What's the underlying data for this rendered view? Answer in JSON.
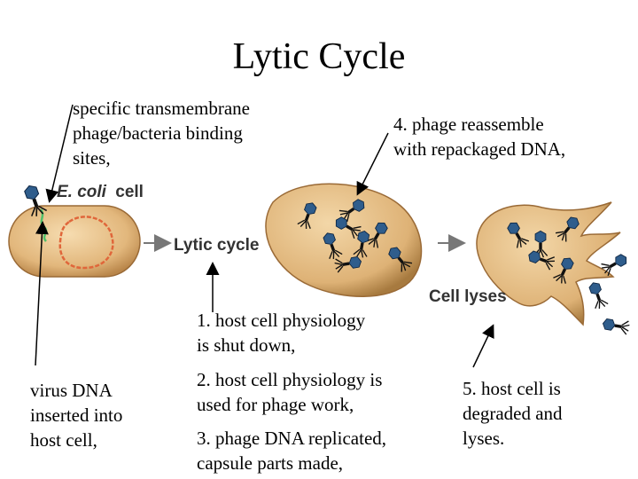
{
  "title": "Lytic Cycle",
  "notes": {
    "binding": [
      "specific transmembrane",
      "phage/bacteria binding",
      "sites,"
    ],
    "reassemble": [
      "4. phage reassemble",
      "with repackaged DNA,"
    ],
    "shutdown": [
      "1. host cell physiology",
      "is shut down,"
    ],
    "phage_work": [
      "2. host cell physiology is",
      "used for phage work,"
    ],
    "replicated": [
      "3. phage DNA replicated,",
      "capsule parts made,"
    ],
    "inserted": [
      "virus DNA",
      "inserted into",
      "host cell,"
    ],
    "degraded": [
      "5. host cell is",
      "degraded and",
      "lyses."
    ]
  },
  "figure_labels": {
    "ecoli_italic": "E. coli",
    "ecoli_word": "cell",
    "lytic": "Lytic cycle",
    "lyses": "Cell lyses"
  },
  "colors": {
    "cell_fill": "#e9c48f",
    "cell_dark": "#a9763c",
    "phage_head": "#2f5d8c",
    "phage_body": "#111111",
    "dna": "#e0663a",
    "virus_dna": "#4fc06a",
    "arrow_gray": "#777777"
  }
}
